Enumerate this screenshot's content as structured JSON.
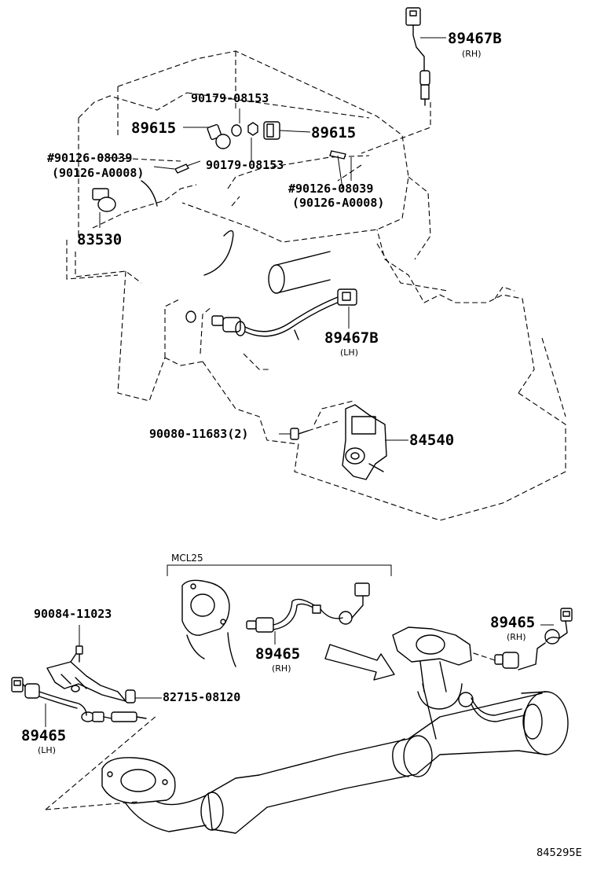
{
  "labels": {
    "p_89467b_rh": "89467B",
    "p_89467b_rh_sub": "(RH)",
    "p_90179_a": "90179-08153",
    "p_89615_l": "89615",
    "p_89615_r": "89615",
    "p_90126_08039_l": "#90126-08039",
    "p_90126_a0008_l": "(90126-A0008)",
    "p_90179_b": "90179-08153",
    "p_90126_08039_r": "#90126-08039",
    "p_90126_a0008_r": "(90126-A0008)",
    "p_83530": "83530",
    "p_89467b_lh": "89467B",
    "p_89467b_lh_sub": "(LH)",
    "p_90080": "90080-11683(2)",
    "p_84540": "84540",
    "section_mcl25": "MCL25",
    "p_90084": "90084-11023",
    "p_89465_mid": "89465",
    "p_89465_mid_sub": "(RH)",
    "p_89465_rh": "89465",
    "p_89465_rh_sub": "(RH)",
    "p_82715": "82715-08120",
    "p_89465_lh": "89465",
    "p_89465_lh_sub": "(LH)",
    "diagram_ref": "845295E"
  },
  "icons": {
    "sensor": "oxygen-sensor-icon",
    "bolt": "bolt-icon",
    "switch": "neutral-start-switch-icon",
    "clamp": "bracket-icon",
    "arrow": "direction-arrow-icon"
  }
}
